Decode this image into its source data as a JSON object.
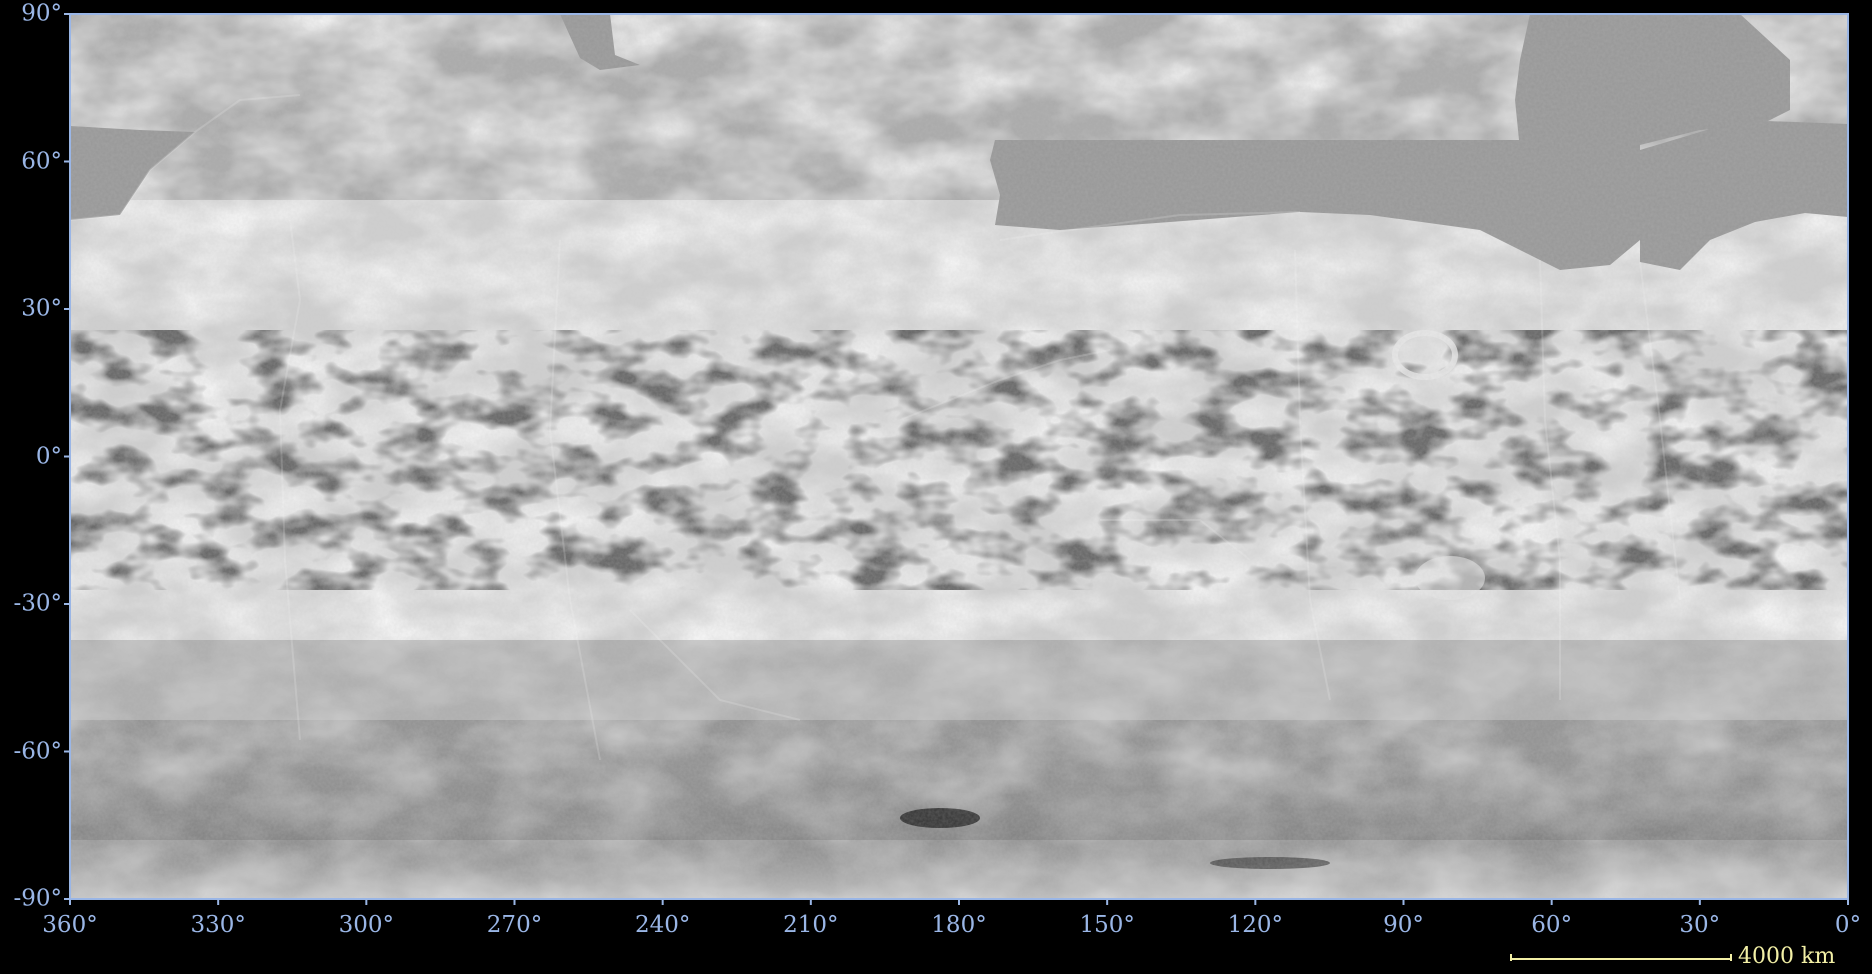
{
  "map": {
    "colors": {
      "background": "#000000",
      "frame": "#9ab6e6",
      "label": "#9ab6e6",
      "scale_bar": "#f3f0a6",
      "no_data": "#979797"
    },
    "latitude_labels": [
      "90°",
      "60°",
      "30°",
      "0°",
      "-30°",
      "-60°",
      "-90°"
    ],
    "longitude_labels": [
      "360°",
      "330°",
      "300°",
      "270°",
      "240°",
      "210°",
      "180°",
      "150°",
      "120°",
      "90°",
      "60°",
      "30°",
      "0°"
    ],
    "scale_bar": {
      "label": "4000 km"
    }
  }
}
